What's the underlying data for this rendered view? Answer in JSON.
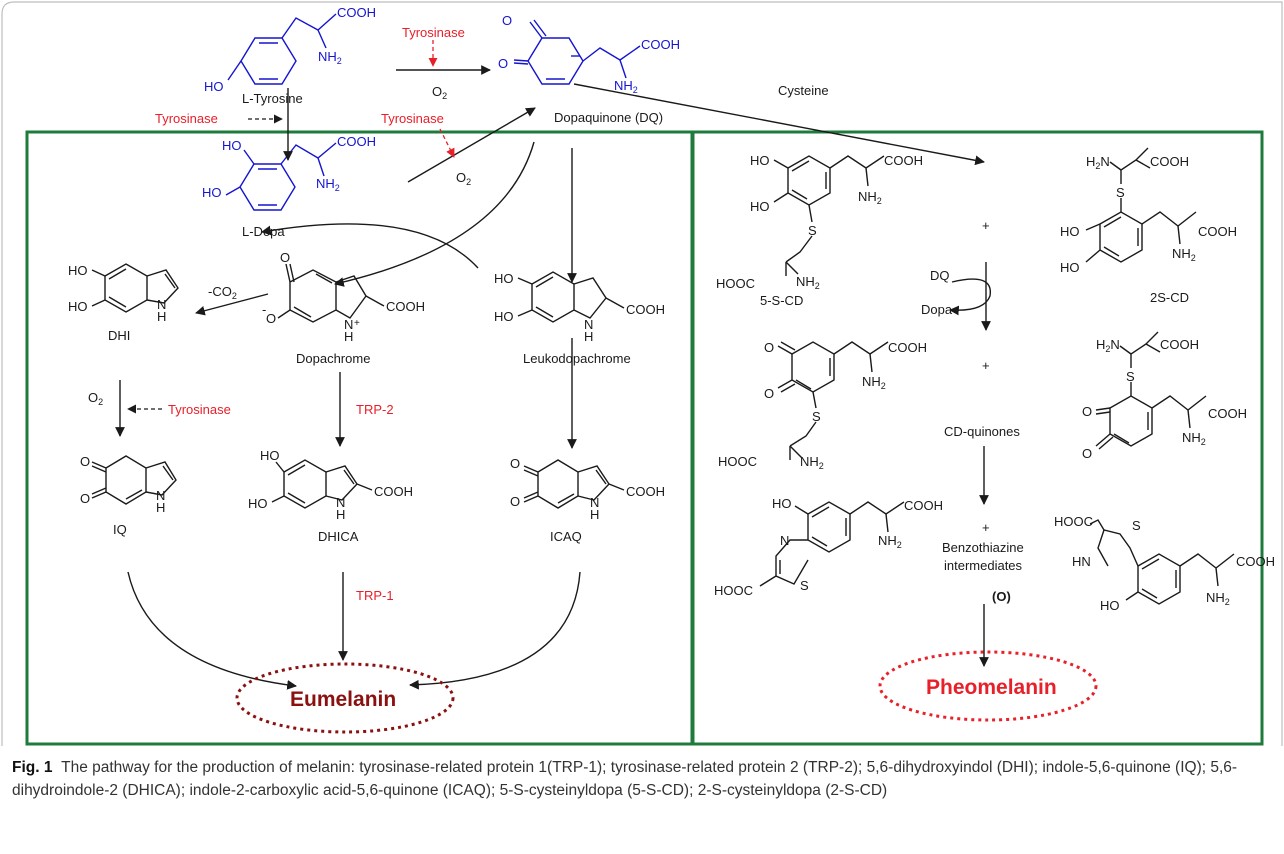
{
  "colors": {
    "box_border": "#1e7b3c",
    "enzyme_red": "#e8202a",
    "precursor_blue": "#1515d0",
    "eumelanin_text": "#8b1010",
    "pheomelanin_text": "#e8202a",
    "arrow": "#1a1a1a"
  },
  "texts": {
    "tyrosine_cooh": "COOH",
    "tyrosine_ho": "HO",
    "tyrosine_nh": "NH",
    "tyrosine_nh_sub": "2",
    "tyrosine_label": "L-Tyrosine",
    "tyr1": "Tyrosinase",
    "o2a": "O",
    "o2a_sub": "2",
    "dq_o1": "O",
    "dq_o2": "O",
    "dq_cooh": "COOH",
    "dq_nh": "NH",
    "dq_nh_sub": "2",
    "dq_label": "Dopaquinone (DQ)",
    "cysteine": "Cysteine",
    "tyr2": "Tyrosinase",
    "tyr3": "Tyrosinase",
    "dopa_ho1": "HO",
    "dopa_ho2": "HO",
    "dopa_cooh": "COOH",
    "dopa_nh": "NH",
    "dopa_nh_sub": "2",
    "o2b": "O",
    "o2b_sub": "2",
    "dopa_label": "L-Dopa",
    "dhi_ho1": "HO",
    "dhi_ho2": "HO",
    "dhi_nh": "N",
    "dhi_h": "H",
    "dhi_label": "DHI",
    "co2": "-CO",
    "co2_sub": "2",
    "dc_o": "O",
    "dc_om": "O",
    "dc_minus": "-",
    "dc_cooh": "COOH",
    "dc_n": "N",
    "dc_h": "H",
    "dc_plus": "+",
    "dc_label": "Dopachrome",
    "ld_ho1": "HO",
    "ld_ho2": "HO",
    "ld_cooh": "COOH",
    "ld_n": "N",
    "ld_h": "H",
    "ld_label": "Leukodopachrome",
    "o2c": "O",
    "o2c_sub": "2",
    "tyr4": "Tyrosinase",
    "trp2": "TRP-2",
    "iq_o1": "O",
    "iq_o2": "O",
    "iq_n": "N",
    "iq_h": "H",
    "iq_label": "IQ",
    "dhica_ho1": "HO",
    "dhica_ho2": "HO",
    "dhica_cooh": "COOH",
    "dhica_n": "N",
    "dhica_h": "H",
    "dhica_label": "DHICA",
    "icaq_o1": "O",
    "icaq_o2": "O",
    "icaq_cooh": "COOH",
    "icaq_n": "N",
    "icaq_h": "H",
    "icaq_label": "ICAQ",
    "trp1": "TRP-1",
    "eumelanin": "Eumelanin",
    "scd5_ho1": "HO",
    "scd5_ho2": "HO",
    "scd5_cooh": "COOH",
    "scd5_nh": "NH",
    "scd5_nh_sub": "2",
    "scd5_s": "S",
    "scd5_hooc": "HOOC",
    "scd5_nh2b": "NH",
    "scd5_nh2b_sub": "2",
    "scd5_label": "5-S-CD",
    "plus1": "+",
    "dq_small": "DQ",
    "dopa_small": "Dopa",
    "plus2": "+",
    "cdq1_o1": "O",
    "cdq1_o2": "O",
    "cdq1_cooh": "COOH",
    "cdq1_nh": "NH",
    "cdq1_nh_sub": "2",
    "cdq1_s": "S",
    "cdq1_hooc": "HOOC",
    "cdq1_nh2b": "NH",
    "cdq1_nh2b_sub": "2",
    "cd_quinones": "CD-quinones",
    "bt1_ho": "HO",
    "bt1_cooh": "COOH",
    "bt1_nh": "NH",
    "bt1_nh_sub": "2",
    "bt1_n": "N",
    "bt1_s": "S",
    "bt1_hooc": "HOOC",
    "plus3": "+",
    "bt_line1": "Benzothiazine",
    "bt_line2": "intermediates",
    "oxid": "(O)",
    "pheomelanin": "Pheomelanin",
    "scd2_h2n": "H",
    "scd2_h2n_sub": "2",
    "scd2_h2n_n": "N",
    "scd2_cooh": "COOH",
    "scd2_s": "S",
    "scd2_ho1": "HO",
    "scd2_ho2": "HO",
    "scd2_cooh2": "COOH",
    "scd2_nh": "NH",
    "scd2_nh_sub": "2",
    "scd2_label": "2S-CD",
    "cdq2_h2n": "H",
    "cdq2_h2n_sub": "2",
    "cdq2_h2n_n": "N",
    "cdq2_cooh": "COOH",
    "cdq2_s": "S",
    "cdq2_o1": "O",
    "cdq2_o2": "O",
    "cdq2_cooh2": "COOH",
    "cdq2_nh": "NH",
    "cdq2_nh_sub": "2",
    "bt2_hooc": "HOOC",
    "bt2_s": "S",
    "bt2_hn": "HN",
    "bt2_cooh": "COOH",
    "bt2_ho": "HO",
    "bt2_nh": "NH",
    "bt2_nh_sub": "2"
  },
  "caption": {
    "fig": "Fig. 1",
    "text": "The pathway for the production of melanin: tyrosinase-related protein 1(TRP-1); tyrosinase-related protein 2 (TRP-2); 5,6-dihydroxyindol (DHI); indole-5,6-quinone (IQ); 5,6-dihydroindole-2 (DHICA); indole-2-carboxylic acid-5,6-quinone (ICAQ); 5-S-cysteinyldopa (5-S-CD); 2-S-cysteinyldopa (2-S-CD)"
  }
}
